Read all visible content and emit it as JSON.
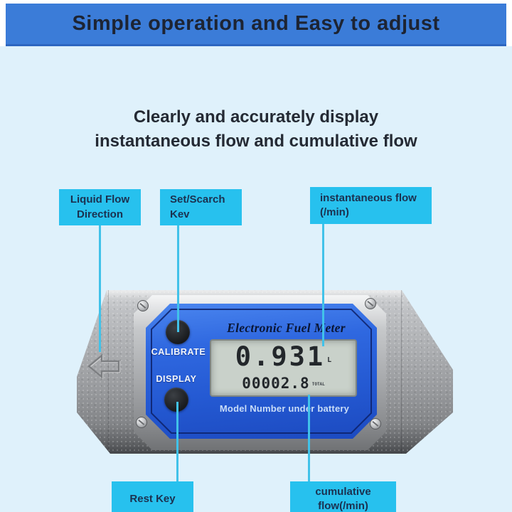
{
  "banner": {
    "text": "Simple operation and Easy to adjust"
  },
  "subtitle": {
    "line1": "Clearly and accurately display",
    "line2": "instantaneous flow and cumulative flow"
  },
  "callouts": {
    "liquid_flow": {
      "line1": "Liquid Flow",
      "line2": "Direction"
    },
    "set_search": {
      "line1": "Set/Scarch",
      "line2": "Kev"
    },
    "instantaneous": {
      "line1": "instantaneous flow",
      "line2": "(/min)"
    },
    "rest_key": {
      "line1": "Rest Key"
    },
    "cumulative": {
      "line1": "cumulative",
      "line2": "flow(/min)"
    }
  },
  "device": {
    "brand_title": "Electronic Fuel Meter",
    "calibrate_label": "CALIBRATE",
    "display_label": "DISPLAY",
    "bottom_text": "Model Number under battery",
    "lcd": {
      "main_value": "0.931",
      "main_unit": "L",
      "total_value": "00002.8",
      "total_label": "TOTAL"
    }
  },
  "colors": {
    "banner_bg": "#3b7cd8",
    "page_bg": "#dff1fb",
    "callout_bg": "#27c1ee",
    "callout_text": "#1b3150",
    "connector_line": "#41c2e9",
    "panel_blue": "#2a63d9",
    "lcd_bg": "#c9d1ca",
    "lcd_digits": "#23272b",
    "body_silver": "#a9abae"
  }
}
